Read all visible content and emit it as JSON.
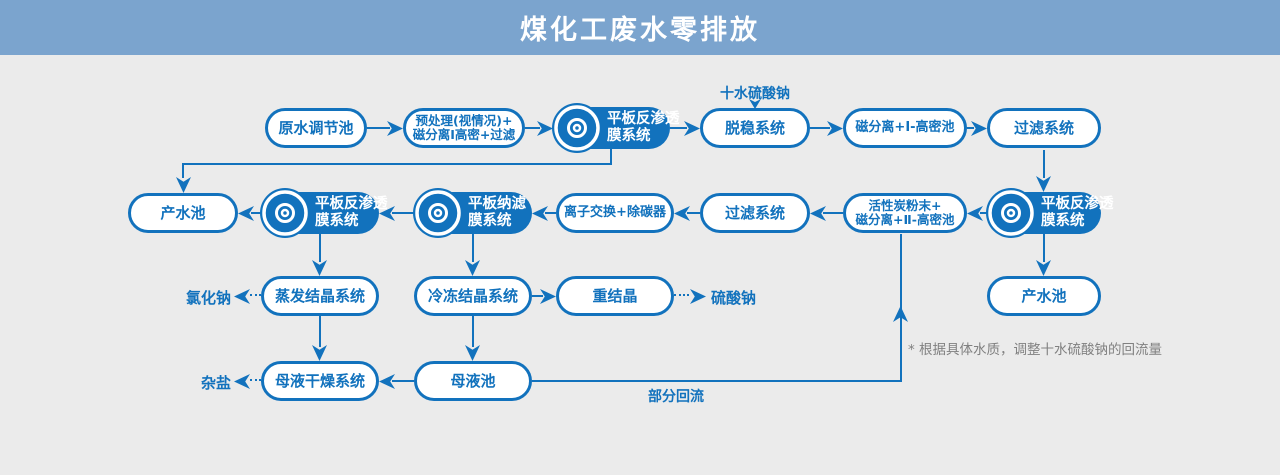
{
  "header": {
    "title": "煤化工废水零排放"
  },
  "nodes": {
    "raw_water": {
      "label": "原水调节池"
    },
    "pretreat": {
      "label1": "预处理(视情况)+",
      "label2": "磁分离Ⅰ高密+过滤"
    },
    "ro1": {
      "label1": "平板反渗透",
      "label2": "膜系统"
    },
    "destab": {
      "label": "脱稳系统"
    },
    "magsep1": {
      "label": "磁分离+Ⅰ-高密池"
    },
    "filter1": {
      "label": "过滤系统"
    },
    "product1": {
      "label": "产水池"
    },
    "ro2": {
      "label1": "平板反渗透",
      "label2": "膜系统"
    },
    "nf": {
      "label1": "平板纳滤",
      "label2": "膜系统"
    },
    "ion_exchange": {
      "label": "离子交换+除碳器"
    },
    "filter2": {
      "label": "过滤系统"
    },
    "carbon": {
      "label1": "活性炭粉末+",
      "label2": "磁分离+Ⅱ-高密池"
    },
    "ro3": {
      "label1": "平板反渗透",
      "label2": "膜系统"
    },
    "evap": {
      "label": "蒸发结晶系统"
    },
    "freeze": {
      "label": "冷冻结晶系统"
    },
    "recryst": {
      "label": "重结晶"
    },
    "product2": {
      "label": "产水池"
    },
    "dryer": {
      "label": "母液干燥系统"
    },
    "mother_liquor": {
      "label": "母液池"
    }
  },
  "labels": {
    "sodium_sulfate_decahydrate": "十水硫酸钠",
    "sodium_chloride": "氯化钠",
    "sodium_sulfate": "硫酸钠",
    "misc_salt": "杂盐",
    "partial_reflux": "部分回流",
    "note": "* 根据具体水质，调整十水硫酸钠的回流量"
  },
  "colors": {
    "primary_blue": "#1272BD",
    "header_bg": "#7BA4CE",
    "background": "#EBEBEB",
    "note_gray": "#808080"
  }
}
